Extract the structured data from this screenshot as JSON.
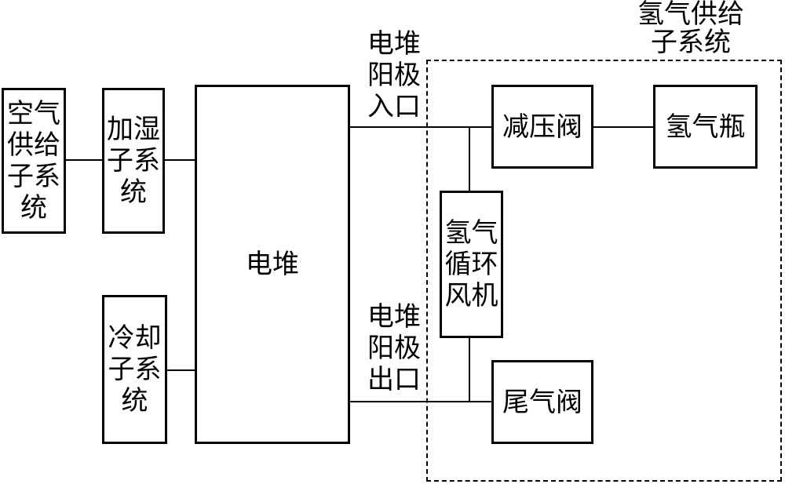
{
  "nodes": {
    "air_supply": "空气\n供给\n子系\n统",
    "humidifier": "加湿\n子系\n统",
    "stack": "电堆",
    "cooling": "冷却\n子系\n统",
    "pressure_valve": "减压阀",
    "h2_bottle": "氢气瓶",
    "h2_blower": "氢气\n循环\n风机",
    "tail_valve": "尾气阀"
  },
  "labels": {
    "anode_inlet": "电堆\n阳极\n入口",
    "anode_outlet": "电堆\n阳极\n出口",
    "h2_subsystem": "氢气供给\n子系统"
  }
}
